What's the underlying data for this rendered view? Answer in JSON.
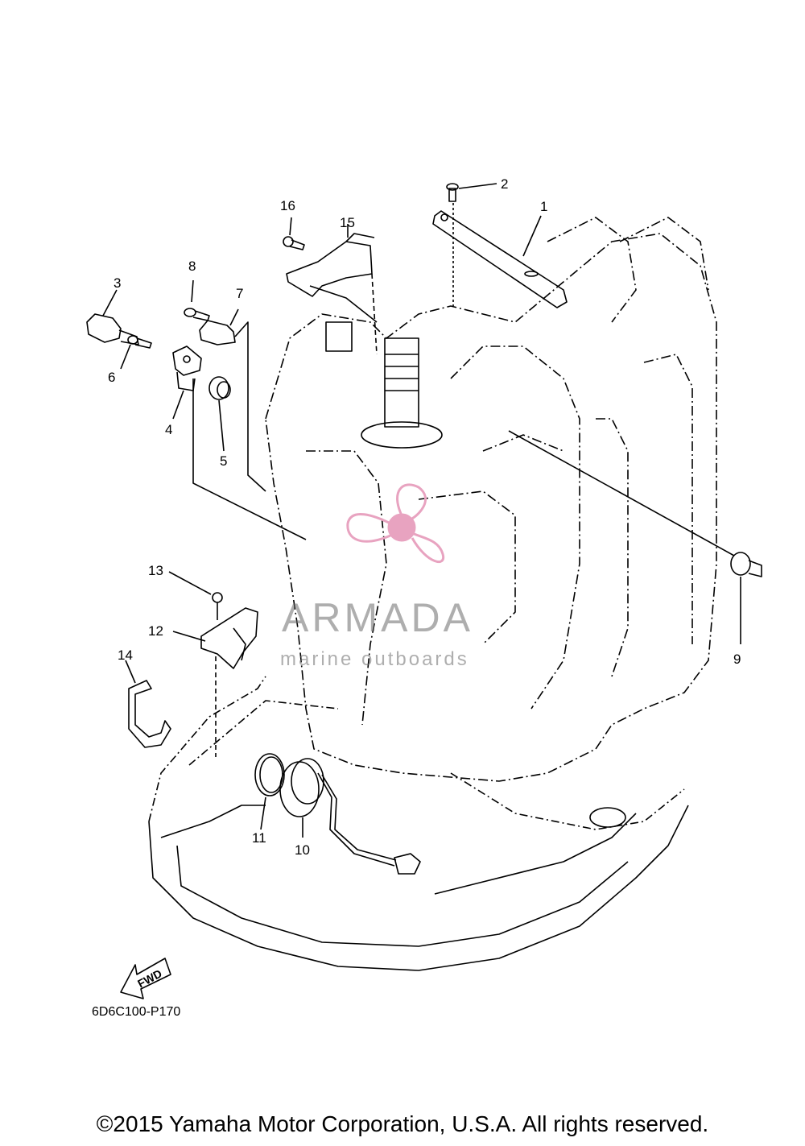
{
  "diagram": {
    "callouts": [
      "1",
      "2",
      "3",
      "4",
      "5",
      "6",
      "7",
      "8",
      "9",
      "10",
      "11",
      "12",
      "13",
      "14",
      "15",
      "16"
    ],
    "fwd_label": "FWD",
    "part_code": "6D6C100-P170"
  },
  "watermark": {
    "title": "ARMADA",
    "subtitle": "marine outboards",
    "color": "#e8a3c0"
  },
  "footer": {
    "copyright": "©2015 Yamaha Motor Corporation, U.S.A. All rights reserved."
  }
}
